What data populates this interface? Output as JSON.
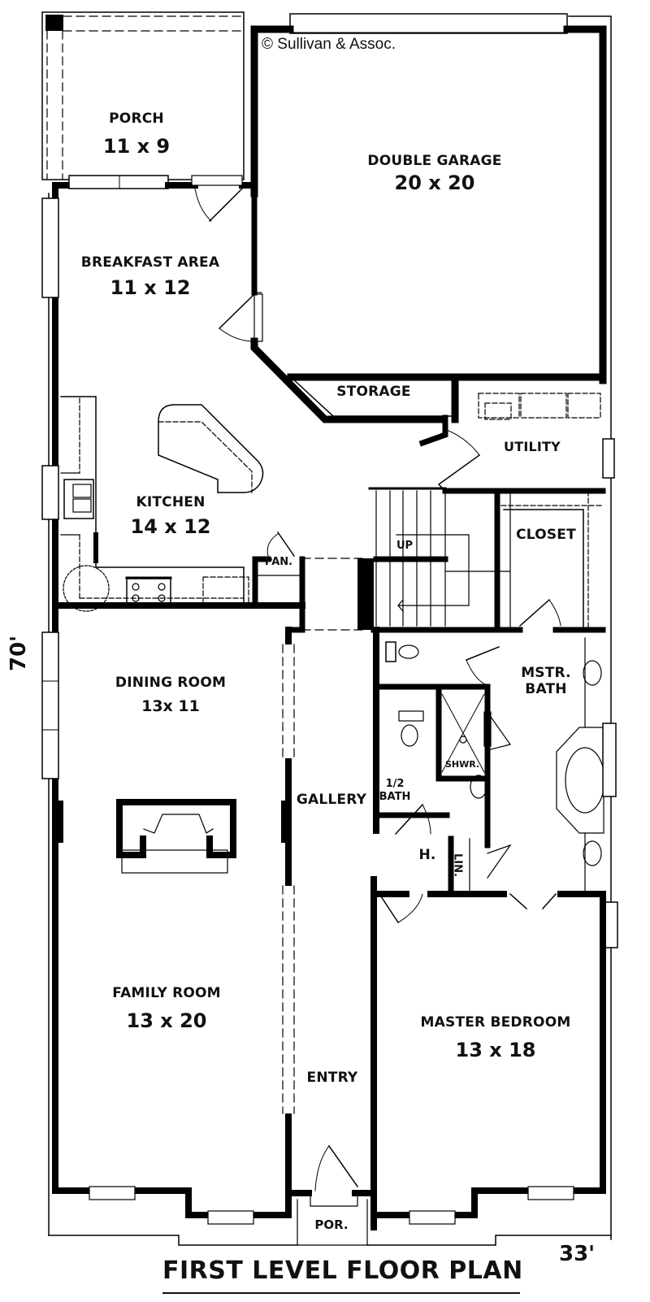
{
  "plan": {
    "title": "FIRST LEVEL FLOOR PLAN",
    "copyright": "© Sullivan & Assoc.",
    "overall_depth": "70'",
    "overall_width": "33'"
  },
  "rooms": {
    "porch": {
      "name": "PORCH",
      "dims": "11 x 9"
    },
    "garage": {
      "name": "DOUBLE GARAGE",
      "dims": "20 x 20"
    },
    "breakfast": {
      "name": "BREAKFAST AREA",
      "dims": "11 x 12"
    },
    "storage": {
      "name": "STORAGE"
    },
    "utility": {
      "name": "UTILITY"
    },
    "kitchen": {
      "name": "KITCHEN",
      "dims": "14 x 12"
    },
    "pantry": {
      "name": "PAN."
    },
    "stairs": {
      "name": "UP"
    },
    "closet": {
      "name": "CLOSET"
    },
    "master_bath": {
      "name": "MSTR.",
      "name2": "BATH"
    },
    "shower": {
      "name": "SHWR."
    },
    "half_bath": {
      "name": "1/2",
      "name2": "BATH"
    },
    "dining": {
      "name": "DINING ROOM",
      "dims": "13x 11"
    },
    "gallery": {
      "name": "GALLERY"
    },
    "hall": {
      "name": "H."
    },
    "linen": {
      "name": "LIN."
    },
    "family": {
      "name": "FAMILY ROOM",
      "dims": "13 x 20"
    },
    "master_bedroom": {
      "name": "MASTER BEDROOM",
      "dims": "13 x 18"
    },
    "entry": {
      "name": "ENTRY"
    },
    "front_porch": {
      "name": "POR."
    }
  }
}
